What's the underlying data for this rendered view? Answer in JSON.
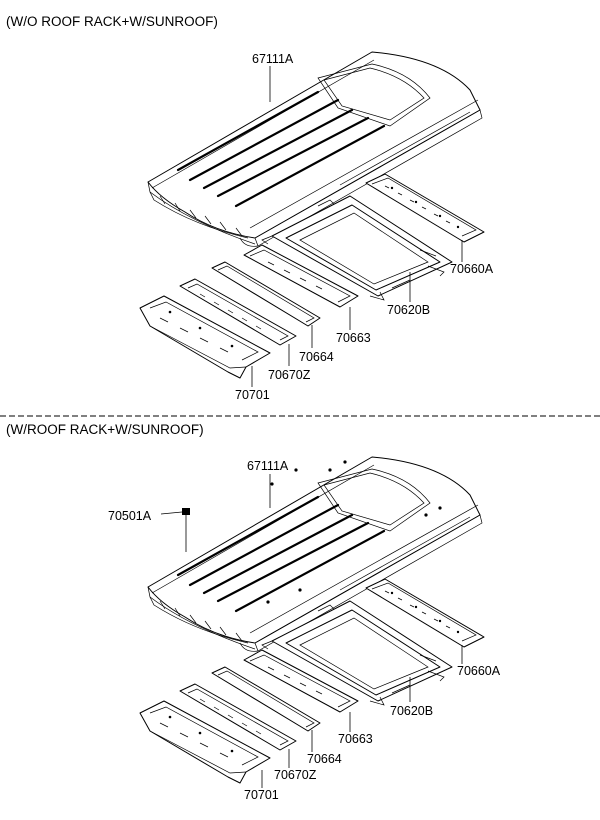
{
  "sections": [
    {
      "title": "(W/O ROOF RACK+W/SUNROOF)",
      "labels": {
        "roof_panel": "67111A",
        "rear_rail": "70660A",
        "sunroof_frame": "70620B",
        "bow_1": "70663",
        "bow_2": "70664",
        "bow_3": "70670Z",
        "front_rail": "70701"
      }
    },
    {
      "title": "(W/ROOF RACK+W/SUNROOF)",
      "labels": {
        "roof_panel": "67111A",
        "clip": "70501A",
        "rear_rail": "70660A",
        "sunroof_frame": "70620B",
        "bow_1": "70663",
        "bow_2": "70664",
        "bow_3": "70670Z",
        "front_rail": "70701"
      }
    }
  ]
}
